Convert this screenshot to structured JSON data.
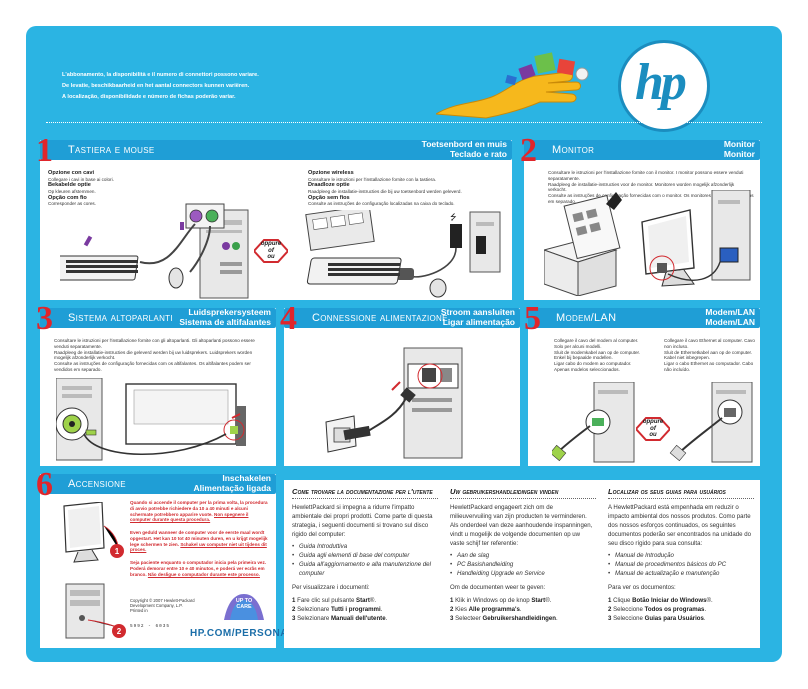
{
  "banner": {
    "line1": "L'abbonamento, la disponibilità e il numero di connettori possono variare.",
    "line2": "De levatie, beschikbaarheid en het aantal connectors kunnen variëren.",
    "line3": "A localização, disponibilidade e número de fichas poderão variar."
  },
  "hp_logo": "hp",
  "or_badge": {
    "line1": "oppure",
    "line2": "of",
    "line3": "ou"
  },
  "panel1": {
    "num": "1",
    "title": "Tastiera e mouse",
    "sub1": "Toetsenbord en muis",
    "sub2": "Teclado e rato",
    "left_h1": "Opzione con cavi",
    "left_t1": "Collegare i cavi in base ai colori.",
    "left_h2": "Bekabelde optie",
    "left_t2": "Op kleuren afstemmen.",
    "left_h3": "Opção com fio",
    "left_t3": "Corresponder as cores.",
    "right_h1": "Opzione wireless",
    "right_t1": "Consultare le istruzioni per l'installazione fornite con la tastiera.",
    "right_h2": "Draadloze optie",
    "right_t2": "Raadpleeg de installatie-instructies die bij uw toetsenbord werden geleverd.",
    "right_h3": "Opção sem fios",
    "right_t3": "Consulte as instruções de configuração localizadas na caixa do teclado."
  },
  "panel2": {
    "num": "2",
    "title": "Monitor",
    "sub1": "Monitor",
    "sub2": "Monitor",
    "t1": "Consultare le istruzioni per l'installazione fornite con il monitor. I monitor possono essere venduti separatamente.",
    "t2": "Raadpleeg de installatie-instructies voor de monitor. Monitoren worden mogelijk afzonderlijk verkocht.",
    "t3": "Consulte as instruções de configuração fornecidas com o monitor. Os monitores podem ser vendidos em separado."
  },
  "panel3": {
    "num": "3",
    "title": "Sistema altoparlanti",
    "sub1": "Luidsprekersysteem",
    "sub2": "Sistema de altifalantes",
    "t1": "Consultare le istruzioni per l'installazione fornite con gli altoparlanti. Gli altoparlanti possono essere venduti separatamente.",
    "t2": "Raadpleeg de installatie-instructies die geleverd werden bij uw luidsprekers. Luidsprekers worden mogelijk afzonderlijk verkocht.",
    "t3": "Consulte as instruções de configuração fornecidas com os altifalantes. Os altifalantes podem ser vendidos em separado."
  },
  "panel4": {
    "num": "4",
    "title": "Connessione alimentazione",
    "sub1": "Stroom aansluiten",
    "sub2": "Ligar alimentação"
  },
  "panel5": {
    "num": "5",
    "title": "Modem/LAN",
    "sub1": "Modem/LAN",
    "sub2": "Modem/LAN",
    "left_t1": "Collegare il cavo del modem al computer. Solo per alcuni modelli.",
    "left_t2": "Sluit de modemkabel aan op de computer. Enkel bij bepaalde modellen.",
    "left_t3": "Ligar cabo do modem ao computador. Apenas modelos seleccionados.",
    "right_t1": "Collegare il cavo Ethernet al computer. Cavo non incluso.",
    "right_t2": "Sluit de Ethernetkabel aan op de computer. Kabel niet inbegrepen.",
    "right_t3": "Ligar o cabo Ethernet ao computador. Cabo não incluído."
  },
  "panel6": {
    "num": "6",
    "title": "Accensione",
    "sub1": "Inschakelen",
    "sub2": "Alimentação ligada",
    "r1": "Quando si accende il computer per la prima volta, la procedura di avvio potrebbe richiedere da 10 a 40 minuti e alcuni schermate potrebbero apparire vuote.",
    "r1u": "Non spegnere il computer durante questa procedura.",
    "r2": "Even geduld wanneer de computer voor de eerste maal wordt opgestart. Het kan 10 tot 40 minuten duren, en u krijgt mogelijk lege schermen te zien.",
    "r2u": "Schakel uw computer niet uit tijdens dit proces.",
    "r3": "Seja paciente enquanto o computador inicia pela primeira vez. Poderá demorar entre 10 e 40 minutos, e poderá ver ecrãs em branco.",
    "r3u": "Não desligue o computador durante este processo.",
    "step1": "1",
    "step2": "2",
    "copyright1": "Copyright © 2007 Hewlett-Packard",
    "copyright2": "Development Company, L.P.",
    "printed": "Printed in",
    "barcode": "5992 - 6035",
    "care_line1": "UP TO",
    "care_line2": "CARE",
    "hpcom": "HP.COM/PERSONAL"
  },
  "docs": {
    "it": {
      "heading": "Come trovare la documentazione per l'utente",
      "p1": "HewlettPackard si impegna a ridurre l'impatto ambientale dei propri prodotti. Come parte di questa strategia, i seguenti documenti si trovano sul disco rigido del computer:",
      "items": [
        "Guida Introduttiva",
        "Guida agli elementi di base del computer",
        "Guida all'aggiornamento e alla manutenzione del computer"
      ],
      "p2": "Per visualizzare i documenti:",
      "s1a": "Fare clic sul pulsante ",
      "s1b": "Start",
      "s1c": "®.",
      "s2a": "Selezionare ",
      "s2b": "Tutti i programmi",
      "s2c": ".",
      "s3a": "Selezionare ",
      "s3b": "Manuali dell'utente",
      "s3c": "."
    },
    "nl": {
      "heading": "Uw gebruikershandleidingen vinden",
      "p1": "HewlettPackard engageert zich om de milieuvervuiling van zijn producten te verminderen. Als onderdeel van deze aanhoudende inspanningen, vindt u mogelijk de volgende documenten op uw vaste schijf ter referentie:",
      "items": [
        "Aan de slag",
        "PC Basishandleiding",
        "Handleiding Upgrade en Service"
      ],
      "p2": "Om de documenten weer te geven:",
      "s1a": "Klik in Windows op de knop ",
      "s1b": "Start",
      "s1c": "®.",
      "s2a": "Kies ",
      "s2b": "Alle programma's",
      "s2c": ".",
      "s3a": "Selecteer ",
      "s3b": "Gebruikershandleidingen",
      "s3c": "."
    },
    "pt": {
      "heading": "Localizar os seus guias para usuários",
      "p1": "A HewlettPackard está empenhada em reduzir o impacto ambiental dos nossos produtos. Como parte dos nossos esforços continuados, os seguintes documentos poderão ser encontrados na unidade do seu disco rígido para sua consulta:",
      "items": [
        "Manual de Introdução",
        "Manual de procedimentos básicos do PC",
        "Manual de actualização e manutenção"
      ],
      "p2": "Para ver os documentos:",
      "s1a": "Clique ",
      "s1b": "Botão Iniciar do Windows",
      "s1c": "®.",
      "s2a": "Seleccione ",
      "s2b": "Todos os programas",
      "s2c": ".",
      "s3a": "Seleccione ",
      "s3b": "Guias para Usuários",
      "s3c": "."
    }
  },
  "colors": {
    "sheet": "#2bb4e3",
    "header": "#1f9ed6",
    "accent_red": "#e0252b",
    "hp_blue": "#1b8dbf"
  }
}
